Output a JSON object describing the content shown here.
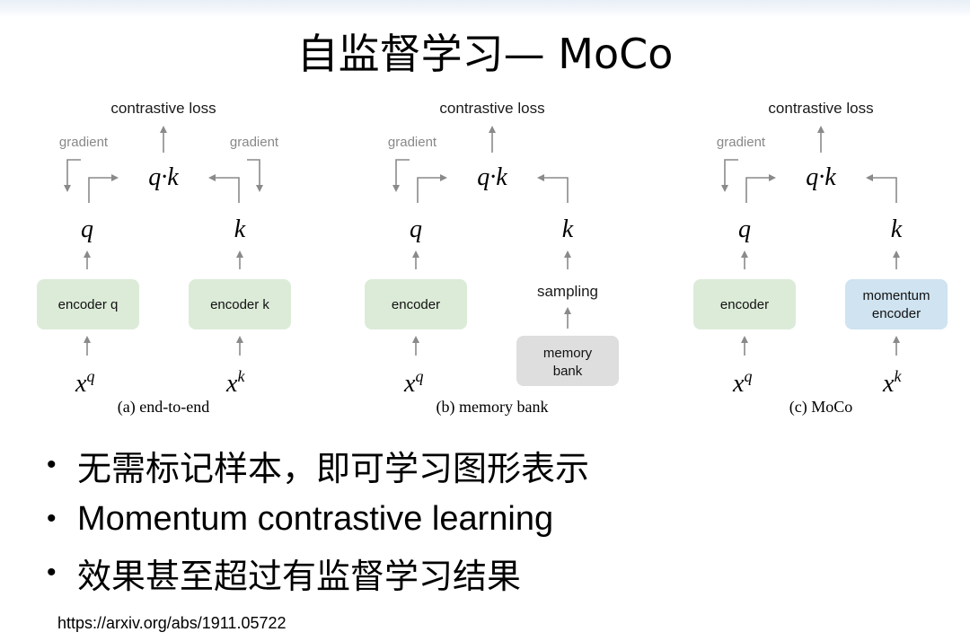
{
  "slide": {
    "title": "自监督学习— MoCo",
    "url": "https://arxiv.org/abs/1911.05722"
  },
  "colors": {
    "encoder_green": "#dcebd8",
    "momentum_blue": "#cfe3f0",
    "memory_gray": "#dedede",
    "arrow_gray": "#8a8a8a"
  },
  "diagrams": [
    {
      "caption": "(a) end-to-end",
      "loss_label": "contrastive loss",
      "gradient_left": "gradient",
      "gradient_right": "gradient",
      "product": "q·k",
      "q": "q",
      "k": "k",
      "encoder_q": "encoder q",
      "encoder_k": "encoder k",
      "xq_base": "x",
      "xq_sup": "q",
      "xk_base": "x",
      "xk_sup": "k"
    },
    {
      "caption": "(b) memory bank",
      "loss_label": "contrastive loss",
      "gradient_left": "gradient",
      "product": "q·k",
      "q": "q",
      "k": "k",
      "encoder": "encoder",
      "sampling": "sampling",
      "memory_line1": "memory",
      "memory_line2": "bank",
      "xq_base": "x",
      "xq_sup": "q"
    },
    {
      "caption": "(c) MoCo",
      "loss_label": "contrastive loss",
      "gradient_left": "gradient",
      "product": "q·k",
      "q": "q",
      "k": "k",
      "encoder": "encoder",
      "momentum_line1": "momentum",
      "momentum_line2": "encoder",
      "xq_base": "x",
      "xq_sup": "q",
      "xk_base": "x",
      "xk_sup": "k"
    }
  ],
  "bullets": [
    "无需标记样本，即可学习图形表示",
    "Momentum contrastive learning",
    "效果甚至超过有监督学习结果"
  ]
}
